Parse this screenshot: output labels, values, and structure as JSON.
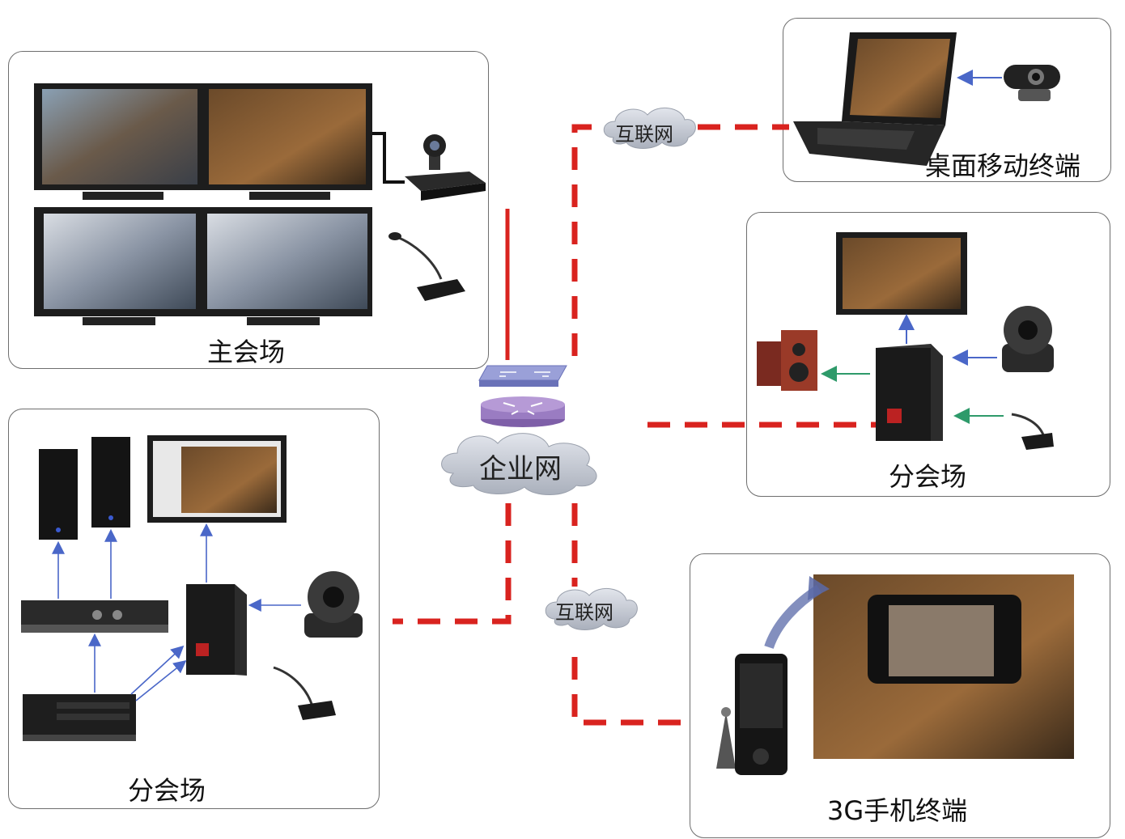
{
  "panels": {
    "main_venue": {
      "label": "主会场"
    },
    "desktop": {
      "label": "桌面移动终端"
    },
    "branch_right": {
      "label": "分会场"
    },
    "branch_left": {
      "label": "分会场"
    },
    "mobile": {
      "label": "3G手机终端"
    }
  },
  "networks": {
    "enterprise": "企业网",
    "internet_top": "互联网",
    "internet_bottom": "互联网"
  },
  "colors": {
    "link_dashed": "#d9231f",
    "arrow_blue": "#4a67c8",
    "arrow_green": "#2e9a6a",
    "cloud": "#c9ced8"
  }
}
